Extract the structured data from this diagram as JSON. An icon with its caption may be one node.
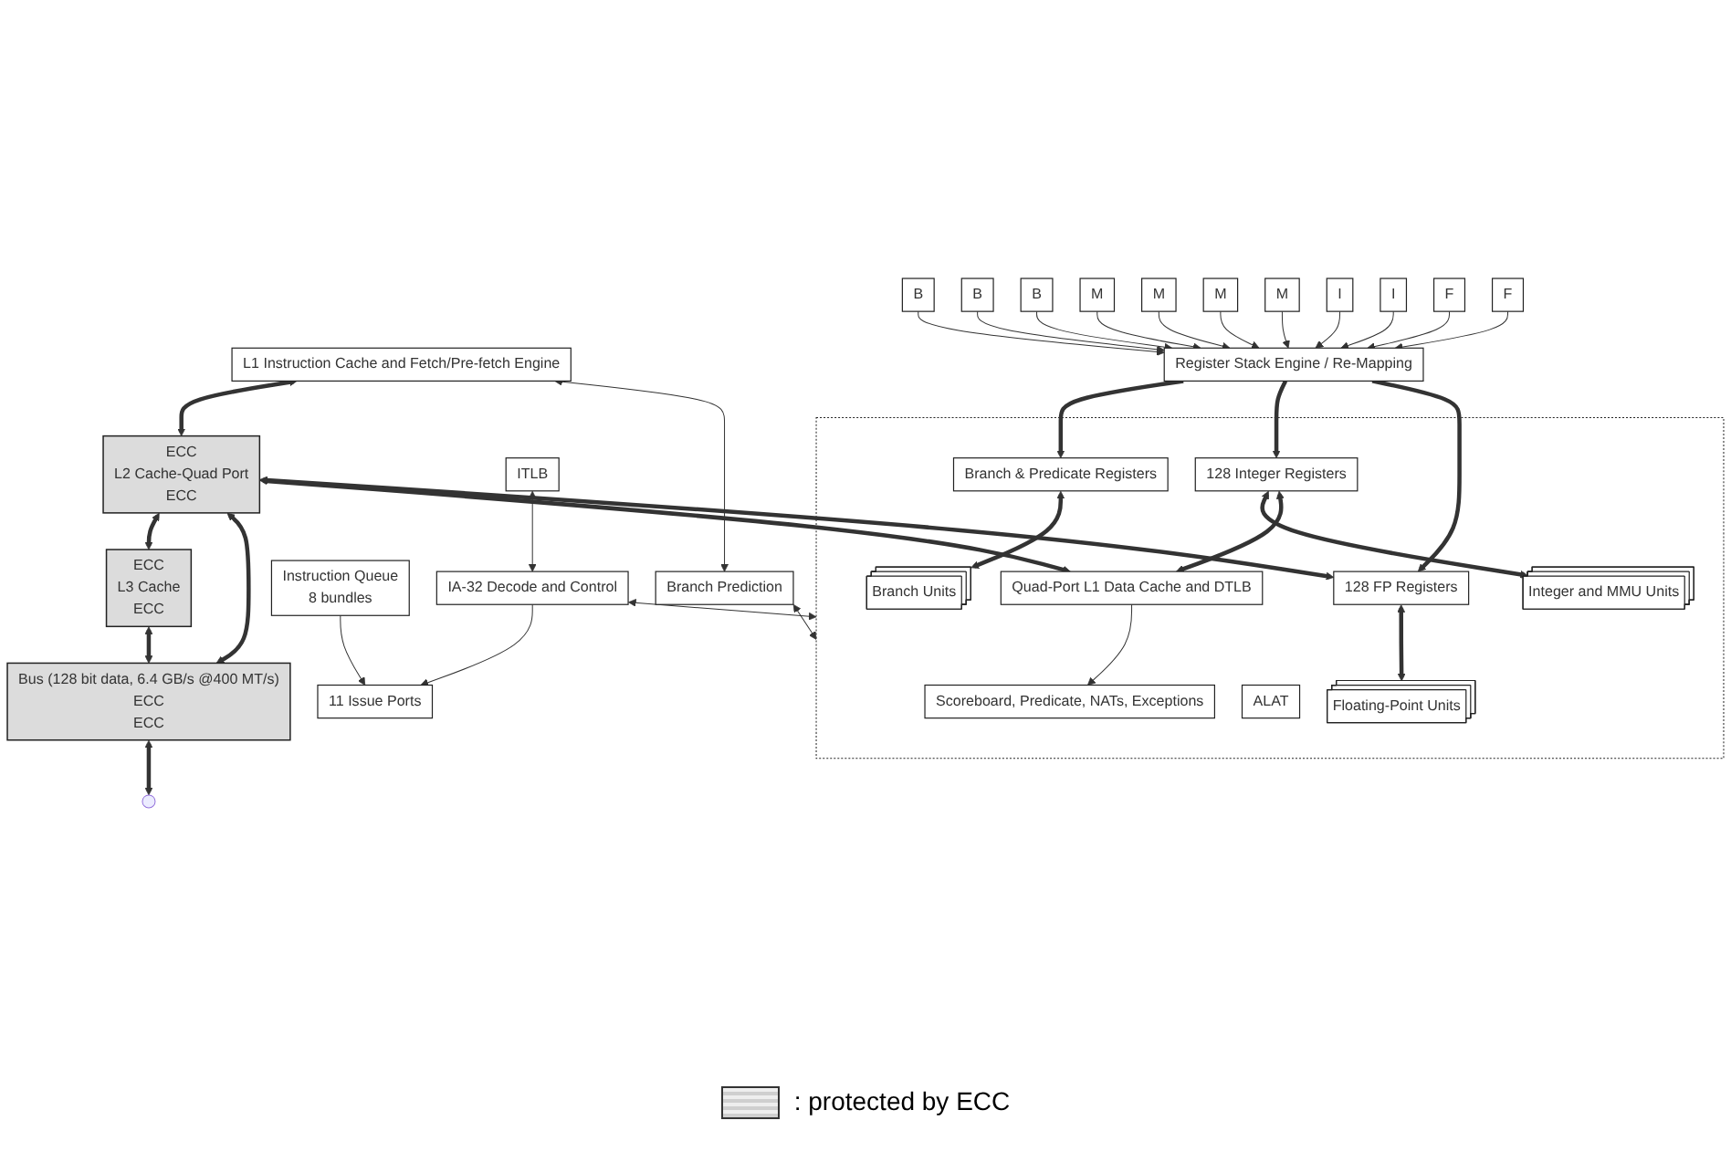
{
  "diagram": {
    "nodes": [
      {
        "text": [
          "ECC",
          "L3 Cache",
          "ECC"
        ]
      },
      {
        "text": [
          "ECC",
          "L2 Cache-Quad Port",
          "ECC"
        ]
      },
      {
        "text": [
          "L1 Instruction Cache and Fetch/Pre-fetch Engine"
        ]
      },
      {
        "text": [
          "ITLB"
        ]
      },
      {
        "text": [
          "Branch Prediction"
        ]
      },
      {
        "text": [
          "Instruction Queue",
          "8 bundles"
        ]
      },
      {
        "text": [
          "IA-32 Decode and Control"
        ]
      },
      {
        "text": [
          "11 Issue Ports"
        ]
      },
      {
        "text": [
          "B"
        ]
      },
      {
        "text": [
          "B"
        ]
      },
      {
        "text": [
          "B"
        ]
      },
      {
        "text": [
          "M"
        ]
      },
      {
        "text": [
          "M"
        ]
      },
      {
        "text": [
          "M"
        ]
      },
      {
        "text": [
          "M"
        ]
      },
      {
        "text": [
          "I"
        ]
      },
      {
        "text": [
          "I"
        ]
      },
      {
        "text": [
          "F"
        ]
      },
      {
        "text": [
          "F"
        ]
      },
      {
        "text": [
          "Register Stack Engine / Re-Mapping"
        ]
      },
      {
        "text": [],
        "shape": "box"
      },
      {
        "text": [
          "Scoreboard, Predicate, NATs, Exceptions"
        ],
        "in": 20
      },
      {
        "text": [
          "Branch & Predicate Registers"
        ],
        "in": 20
      },
      {
        "text": [
          "128 Integer Registers"
        ],
        "in": 20
      },
      {
        "text": [
          "128 FP Registers"
        ],
        "in": 20
      },
      {
        "text": [
          "Branch Units"
        ],
        "in": 20
      },
      {
        "text": [
          "Integer and MMU Units"
        ],
        "in": 20
      },
      {
        "text": [
          "Quad-Port L1 Data Cache and DTLB"
        ],
        "in": 20
      },
      {
        "text": [
          "ALAT"
        ],
        "in": 20
      },
      {
        "text": [
          "Floating-Point Units"
        ],
        "in": 20
      },
      {
        "text": [
          "Bus (128 bit data, 6.4 GB/s @400 MT/s)",
          "ECC",
          "ECC"
        ]
      }
    ],
    "edges": [
      {
        "from": 1,
        "to": 0,
        "arrow": "both",
        "style": "thick"
      },
      {
        "from": 2,
        "to": 1,
        "arrow": "both",
        "style": "thick"
      },
      {
        "from": 2,
        "to": 4,
        "arrow": "both"
      },
      {
        "from": 3,
        "to": 6,
        "arrow": "both"
      },
      {
        "from": 5,
        "to": 7,
        "arrow": "to"
      },
      {
        "from": 6,
        "to": 7,
        "arrow": "to"
      },
      {
        "from": 8,
        "to": 19,
        "arrow": "to"
      },
      {
        "from": 9,
        "to": 19,
        "arrow": "to"
      },
      {
        "from": 10,
        "to": 19,
        "arrow": "to"
      },
      {
        "from": 11,
        "to": 19,
        "arrow": "to"
      },
      {
        "from": 12,
        "to": 19,
        "arrow": "to"
      },
      {
        "from": 13,
        "to": 19,
        "arrow": "to"
      },
      {
        "from": 14,
        "to": 19,
        "arrow": "to"
      },
      {
        "from": 15,
        "to": 19,
        "arrow": "to"
      },
      {
        "from": 16,
        "to": 19,
        "arrow": "to"
      },
      {
        "from": 17,
        "to": 19,
        "arrow": "to"
      },
      {
        "from": 18,
        "to": 19,
        "arrow": "to"
      },
      {
        "from": 4,
        "to": 20,
        "arrow": "both"
      },
      {
        "from": 6,
        "to": 20,
        "arrow": "both"
      },
      {
        "from": 19,
        "to": 22,
        "arrow": "to",
        "style": "thick"
      },
      {
        "from": 19,
        "to": 23,
        "arrow": "to",
        "style": "thick"
      },
      {
        "from": 19,
        "to": 24,
        "arrow": "to",
        "style": "thick"
      },
      {
        "from": 22,
        "to": 25,
        "arrow": "both",
        "style": "thick"
      },
      {
        "from": 23,
        "to": 26,
        "arrow": "both",
        "style": "thick"
      },
      {
        "from": 23,
        "to": 27,
        "arrow": "both",
        "style": "thick"
      },
      {
        "from": 24,
        "to": 29,
        "arrow": "both",
        "style": "thick"
      },
      {
        "from": 27,
        "to": 21,
        "arrow": "to"
      },
      {
        "from": 1,
        "to": 27,
        "arrow": "both",
        "style": "thick"
      },
      {
        "from": 1,
        "to": 24,
        "arrow": "both",
        "style": "thick"
      },
      {
        "from": 0,
        "to": 30,
        "arrow": "both",
        "style": "thick"
      },
      {
        "from": 1,
        "to": 30,
        "arrow": "both",
        "style": "thick"
      },
      {
        "from": 30,
        "to": null,
        "arrow": "both",
        "style": "thick"
      }
    ],
    "legend": [
      {
        "text": ": protected by ECC"
      }
    ]
  }
}
